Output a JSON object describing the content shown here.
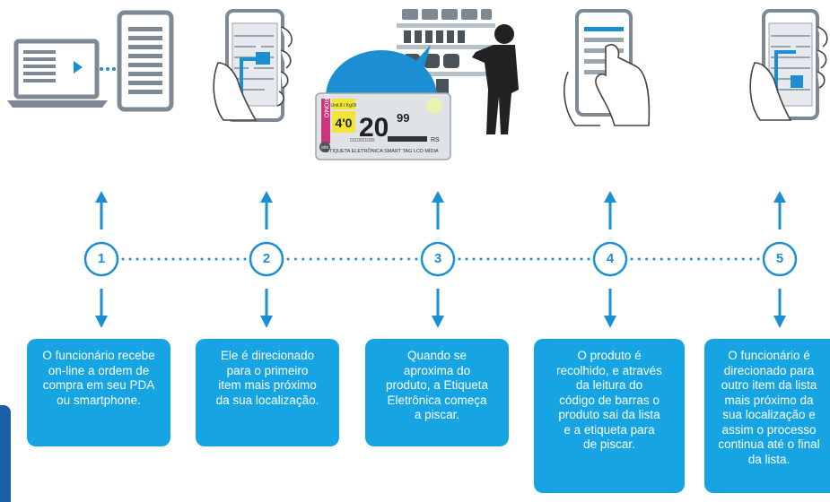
{
  "steps": [
    {
      "number": "1",
      "text": "O funcionário recebe\non-line a ordem de\ncompra em seu PDA\nou smartphone."
    },
    {
      "number": "2",
      "text": "Ele é direcionado\npara o primeiro\nitem mais próximo\nda sua localização."
    },
    {
      "number": "3",
      "text": "Quando se\naproxima do\nproduto, a Etiqueta\nEletrônica começa\na piscar."
    },
    {
      "number": "4",
      "text": "O produto é\nrecolhido, e através\nda leitura do\ncódigo de barras o\nproduto sai da lista\ne a etiqueta para\nde piscar."
    },
    {
      "number": "5",
      "text": "O funcionário é\ndirecionado para\noutro item da lista\nmais próximo da\nsua localização e\nassim o processo\ncontinua até o final\nda lista."
    }
  ],
  "shelf_label": {
    "promo_text": "PROMO",
    "price_main": "20",
    "price_cents": "99",
    "price_small": "4'0",
    "unit_text": "Unit.8 / Kg/3t",
    "currency": "RS",
    "code": "0110021030",
    "brand": "ortx",
    "caption": "ETIQUETA ELETRÔNICA SMART TAG LCD MÍDIA"
  },
  "colors": {
    "accent": "#1b8fd2",
    "card": "#16a4e3",
    "device": "#7d8a95"
  }
}
